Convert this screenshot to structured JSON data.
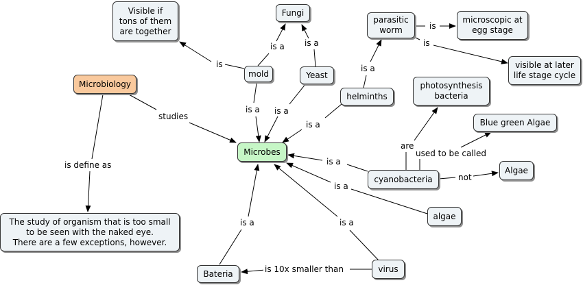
{
  "nodes": {
    "visible_tons": "Visible if\ntons of them\nare together",
    "fungi": "Fungi",
    "parasitic_worm": "parasitic\nworm",
    "microscopic_egg": "microscopic at\negg stage",
    "visible_later": "visible at later\nlife stage cycle",
    "microbiology": "Microbiology",
    "mold": "mold",
    "yeast": "Yeast",
    "helminths": "helminths",
    "photosynthesis_bacteria": "photosynthesis\nbacteria",
    "blue_green_algae": "Blue green Algae",
    "microbes": "Microbes",
    "algae_capital": "Algae",
    "cyanobacteria": "cyanobacteria",
    "algae": "algae",
    "definition": "The study of organism that is too small\nto be seen with the naked eye.\nThere are a few exceptions, however.",
    "bateria": "Bateria",
    "virus": "virus"
  },
  "links": {
    "mold_visible": "is",
    "mold_fungi": "is a",
    "yeast_fungi": "is a",
    "helminths_worm": "is a",
    "worm_egg": "is",
    "worm_later": "is",
    "microbiology_microbes": "studies",
    "mold_microbes": "is a",
    "yeast_microbes": "is a",
    "helminths_microbes": "is a",
    "microbiology_definition": "is define as",
    "cyano_photo": "are",
    "cyano_bluegreen": "used to be called",
    "cyano_microbes": "is a",
    "cyano_algae": "not",
    "algae_microbes": "is a",
    "bateria_microbes": "is a",
    "virus_microbes": "is a",
    "virus_bateria": "is 10x smaller than"
  }
}
